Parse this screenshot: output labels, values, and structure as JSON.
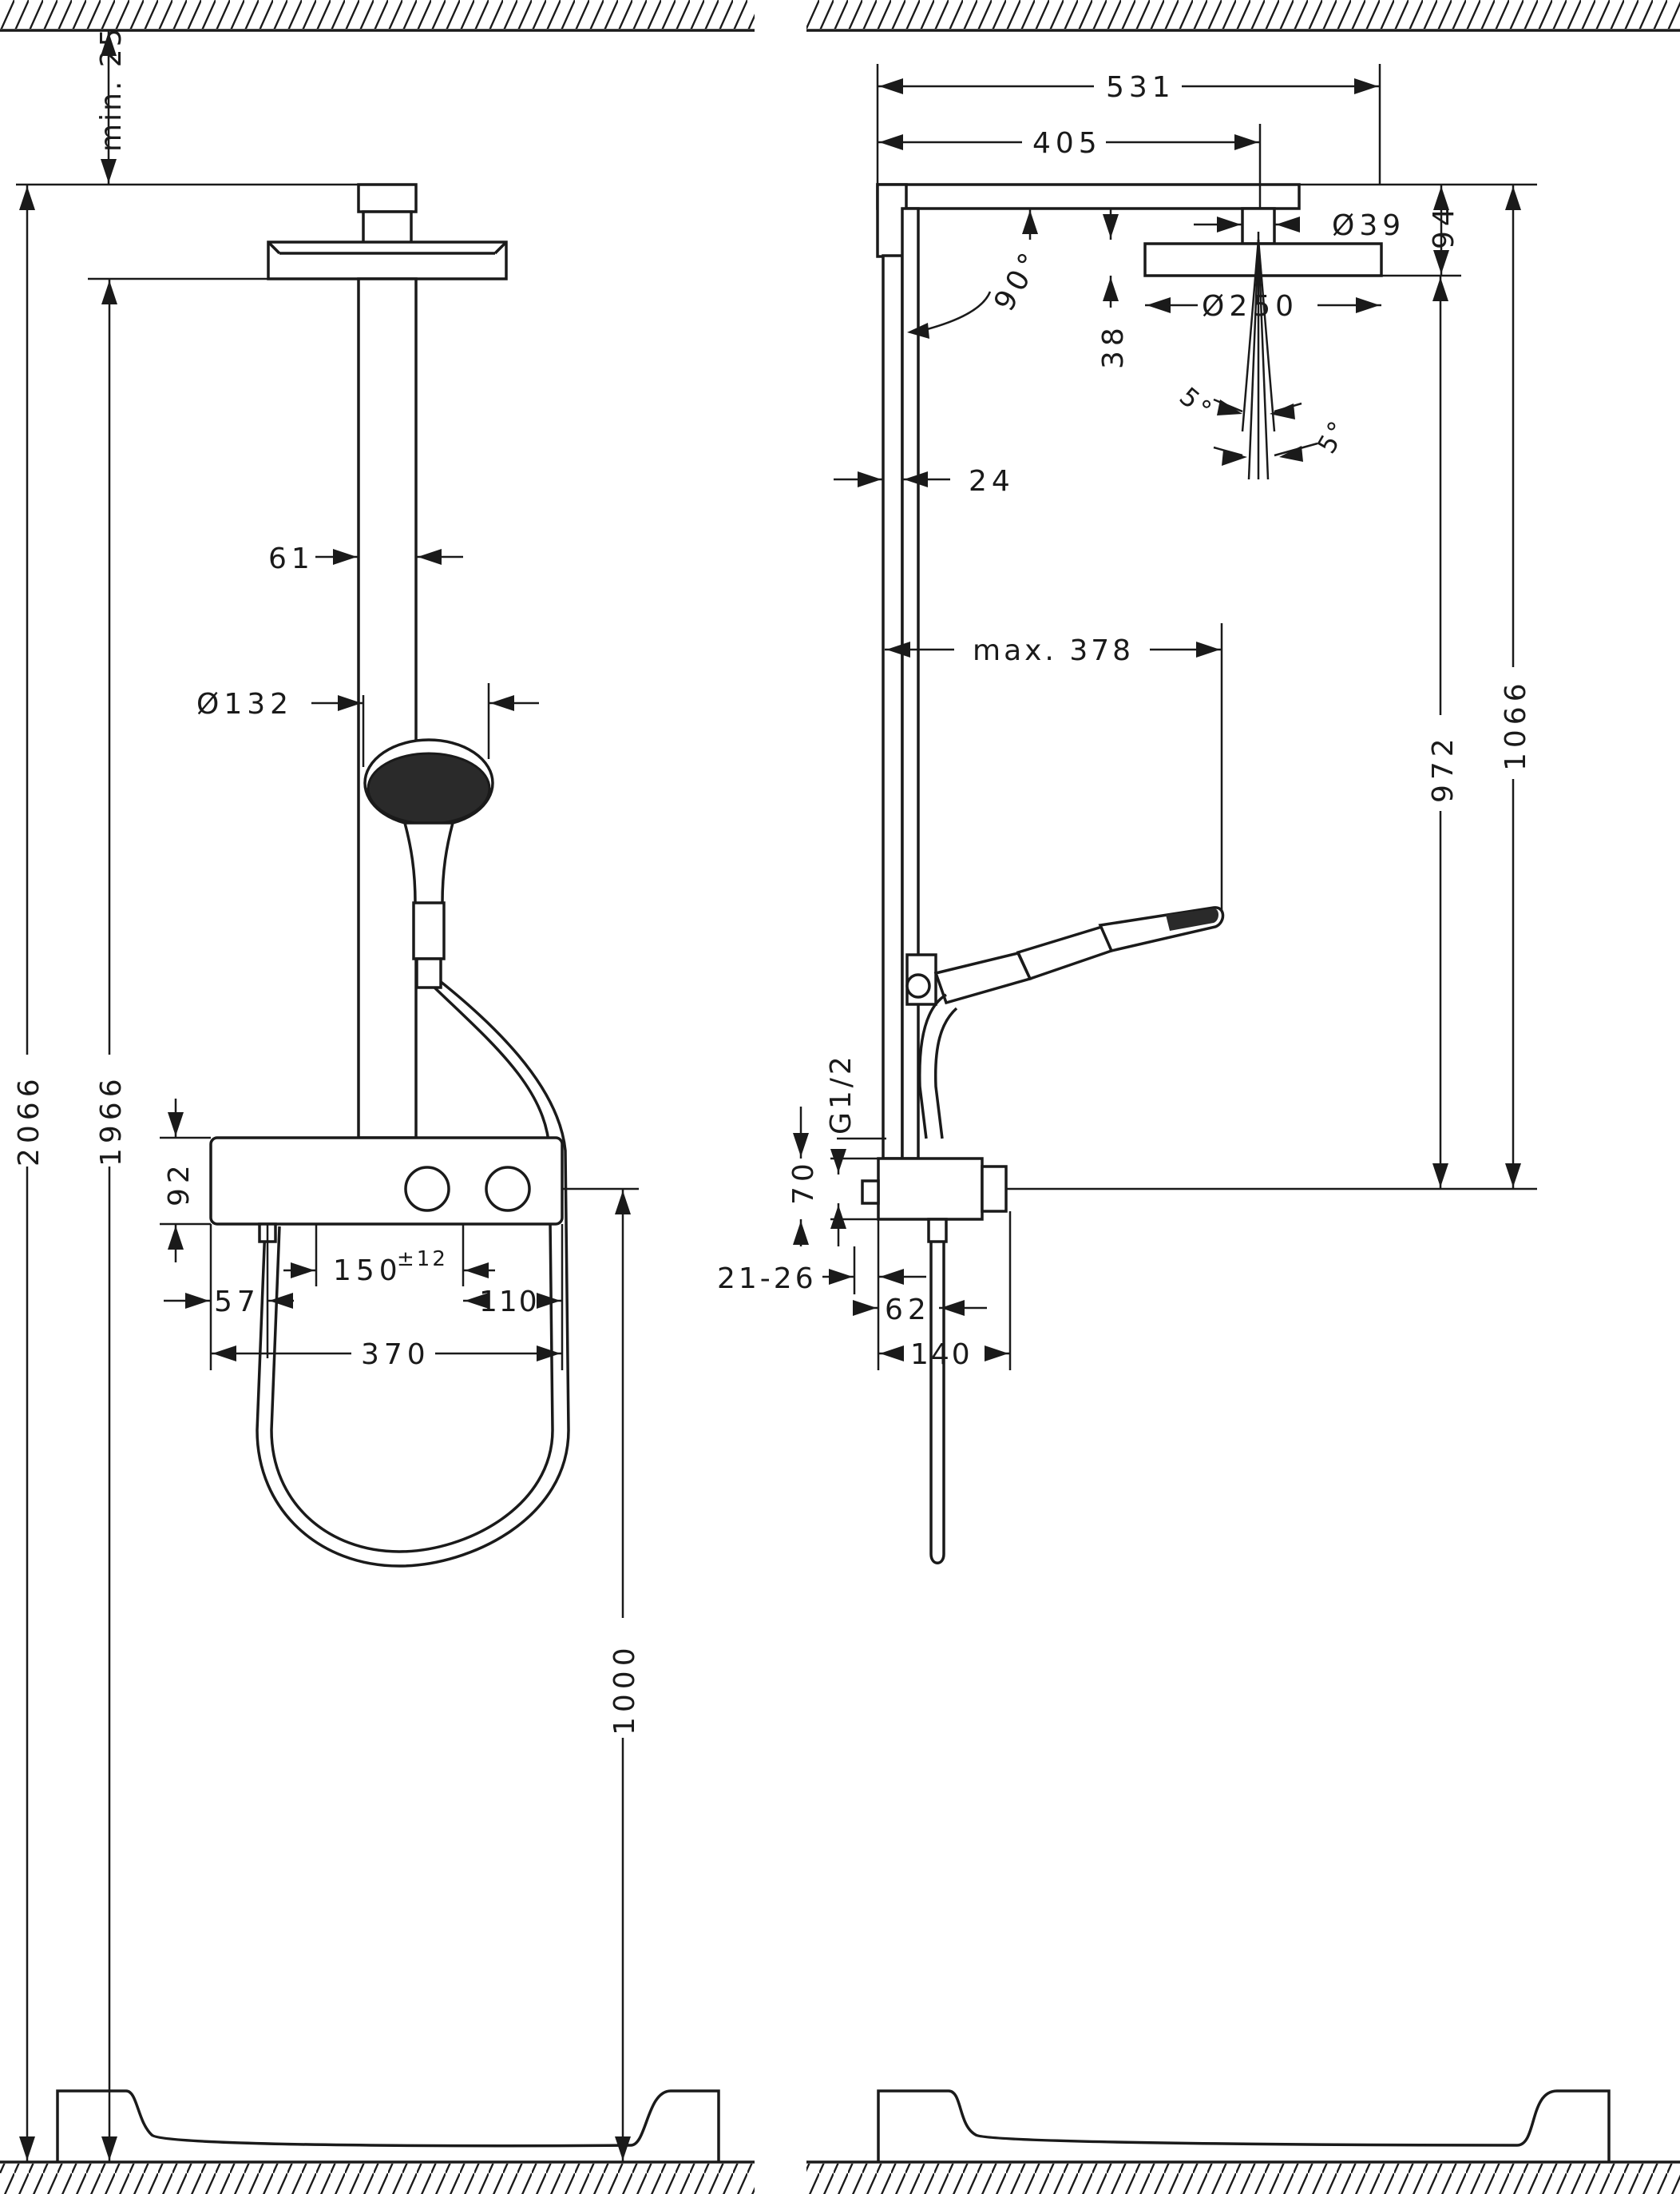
{
  "front_view": {
    "dims": {
      "min_ceiling": "min. 25",
      "total_height": "2066",
      "head_height": "1966",
      "column_width": "61",
      "hand_shower_diameter": "Ø132",
      "thermostat_height": "92",
      "inlet_spacing": "150",
      "inlet_tolerance": "±12",
      "left_offset": "57",
      "right_offset": "110",
      "thermostat_width": "370",
      "thermostat_floor_height": "1000"
    }
  },
  "side_view": {
    "dims": {
      "arm_overall": "531",
      "arm_center": "405",
      "head_connector_diameter": "Ø39",
      "head_thickness": "94",
      "head_diameter": "Ø250",
      "head_drop": "38",
      "tilt_left": "5°",
      "tilt_right": "5°",
      "arm_angle": "90°",
      "rail_depth": "24",
      "hand_shower_reach": "max. 378",
      "head_to_inlet": "972",
      "top_to_inlet": "1066",
      "connection_thread": "G1/2",
      "inlet_height": "70",
      "wall_offset": "21-26",
      "body_depth": "62",
      "total_depth": "140"
    }
  }
}
